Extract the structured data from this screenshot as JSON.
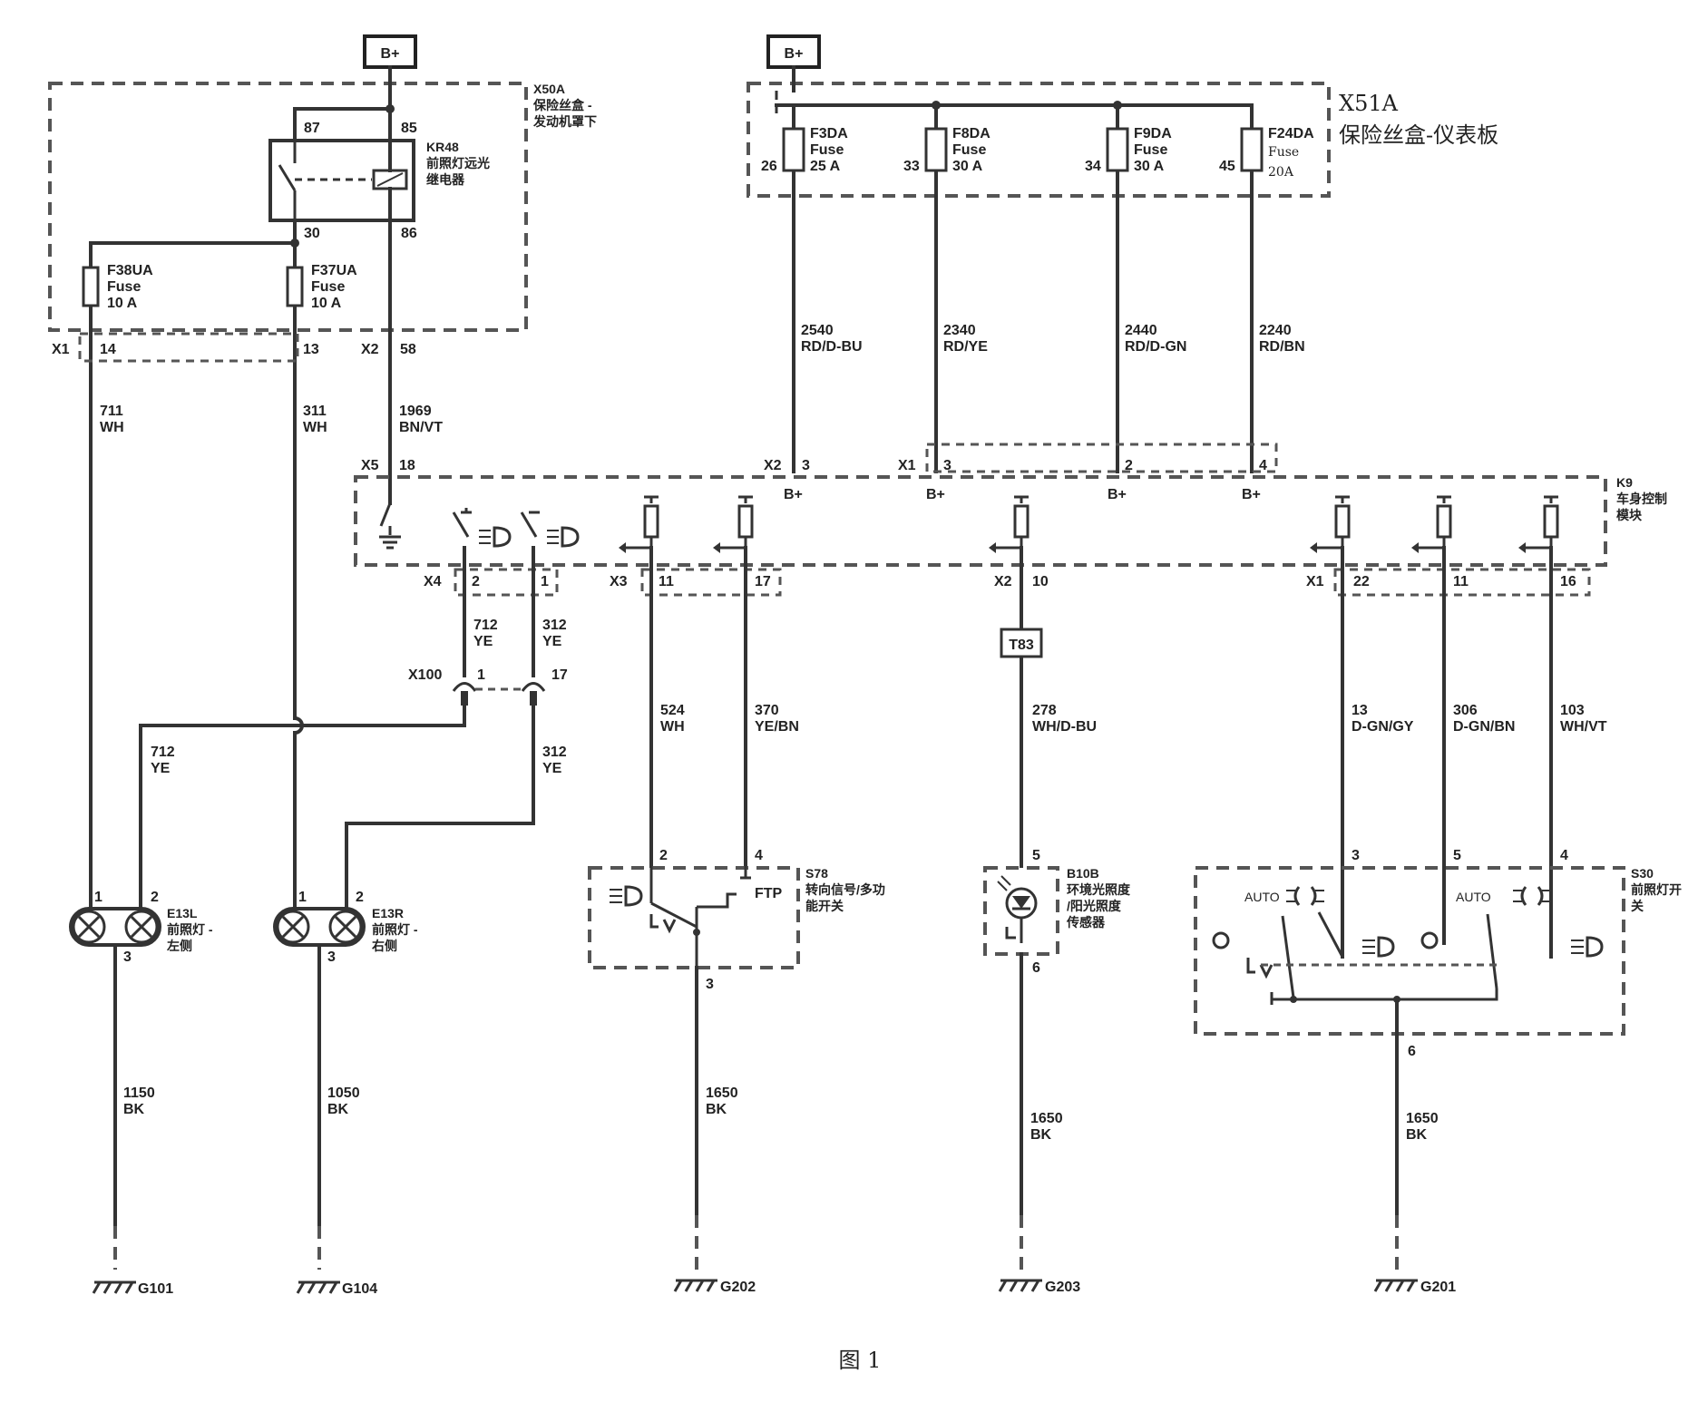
{
  "power": {
    "left": "B+",
    "right": "B+"
  },
  "fusebox_underhood": {
    "code": "X50A",
    "line1": "保险丝盒 -",
    "line2": "发动机罩下"
  },
  "relay": {
    "code": "KR48",
    "line1": "前照灯远光",
    "line2": "继电器",
    "pin87": "87",
    "pin85": "85",
    "pin30": "30",
    "pin86": "86"
  },
  "fuse_f38": {
    "code": "F38UA",
    "type": "Fuse",
    "rating": "10 A"
  },
  "fuse_f37": {
    "code": "F37UA",
    "type": "Fuse",
    "rating": "10 A"
  },
  "x50a_pins": {
    "x1": "X1",
    "p14": "14",
    "p13": "13",
    "x2": "X2",
    "p58": "58"
  },
  "fusebox_ip": {
    "code": "X51A",
    "name": "保险丝盒-仪表板"
  },
  "ip_fuses": [
    {
      "code": "F3DA",
      "type": "Fuse",
      "rating": "25 A",
      "pin": "26"
    },
    {
      "code": "F8DA",
      "type": "Fuse",
      "rating": "30 A",
      "pin": "33"
    },
    {
      "code": "F9DA",
      "type": "Fuse",
      "rating": "30 A",
      "pin": "34"
    },
    {
      "code": "F24DA",
      "type": "Fuse",
      "rating": "20A",
      "pin": "45"
    }
  ],
  "wires": {
    "w711": {
      "num": "711",
      "color": "WH"
    },
    "w311": {
      "num": "311",
      "color": "WH"
    },
    "w1969": {
      "num": "1969",
      "color": "BN/VT"
    },
    "w2540": {
      "num": "2540",
      "color": "RD/D-BU"
    },
    "w2340": {
      "num": "2340",
      "color": "RD/YE"
    },
    "w2440": {
      "num": "2440",
      "color": "RD/D-GN"
    },
    "w2240": {
      "num": "2240",
      "color": "RD/BN"
    },
    "w712a": {
      "num": "712",
      "color": "YE"
    },
    "w312a": {
      "num": "312",
      "color": "YE"
    },
    "w712b": {
      "num": "712",
      "color": "YE"
    },
    "w312b": {
      "num": "312",
      "color": "YE"
    },
    "w524": {
      "num": "524",
      "color": "WH"
    },
    "w370": {
      "num": "370",
      "color": "YE/BN"
    },
    "w278": {
      "num": "278",
      "color": "WH/D-BU"
    },
    "w13": {
      "num": "13",
      "color": "D-GN/GY"
    },
    "w306": {
      "num": "306",
      "color": "D-GN/BN"
    },
    "w103": {
      "num": "103",
      "color": "WH/VT"
    },
    "w1150": {
      "num": "1150",
      "color": "BK"
    },
    "w1050": {
      "num": "1050",
      "color": "BK"
    },
    "w1650a": {
      "num": "1650",
      "color": "BK"
    },
    "w1650b": {
      "num": "1650",
      "color": "BK"
    },
    "w1650c": {
      "num": "1650",
      "color": "BK"
    }
  },
  "bcm": {
    "code": "K9",
    "line1": "车身控制",
    "line2": "模块",
    "x5": "X5",
    "x5pin": "18",
    "x2": "X2",
    "x2pin": "3",
    "x1": "X1",
    "x1pins": [
      "3",
      "2",
      "4"
    ],
    "bplus": "B+",
    "x4": "X4",
    "x4pins": [
      "2",
      "1"
    ],
    "x3": "X3",
    "x3pins": [
      "11",
      "17"
    ],
    "x2b": "X2",
    "x2bpin": "10",
    "x1b": "X1",
    "x1bpins": [
      "22",
      "11",
      "16"
    ]
  },
  "x100": {
    "code": "X100",
    "pin1": "1",
    "pin17": "17"
  },
  "t83": "T83",
  "lamp_left": {
    "code": "E13L",
    "line1": "前照灯 -",
    "line2": "左侧",
    "p1": "1",
    "p2": "2",
    "p3": "3"
  },
  "lamp_right": {
    "code": "E13R",
    "line1": "前照灯 -",
    "line2": "右侧",
    "p1": "1",
    "p2": "2",
    "p3": "3"
  },
  "s78": {
    "code": "S78",
    "line1": "转向信号/多功",
    "line2": "能开关",
    "ftp": "FTP",
    "p2": "2",
    "p4": "4",
    "p3": "3"
  },
  "b10b": {
    "code": "B10B",
    "line1": "环境光照度",
    "line2": "/阳光照度",
    "line3": "传感器",
    "p5": "5",
    "p6": "6"
  },
  "s30": {
    "code": "S30",
    "line1": "前照灯开",
    "line2": "关",
    "auto": "AUTO",
    "p3": "3",
    "p5": "5",
    "p4": "4",
    "p6": "6"
  },
  "grounds": [
    "G101",
    "G104",
    "G202",
    "G203",
    "G201"
  ],
  "caption": "图 1"
}
